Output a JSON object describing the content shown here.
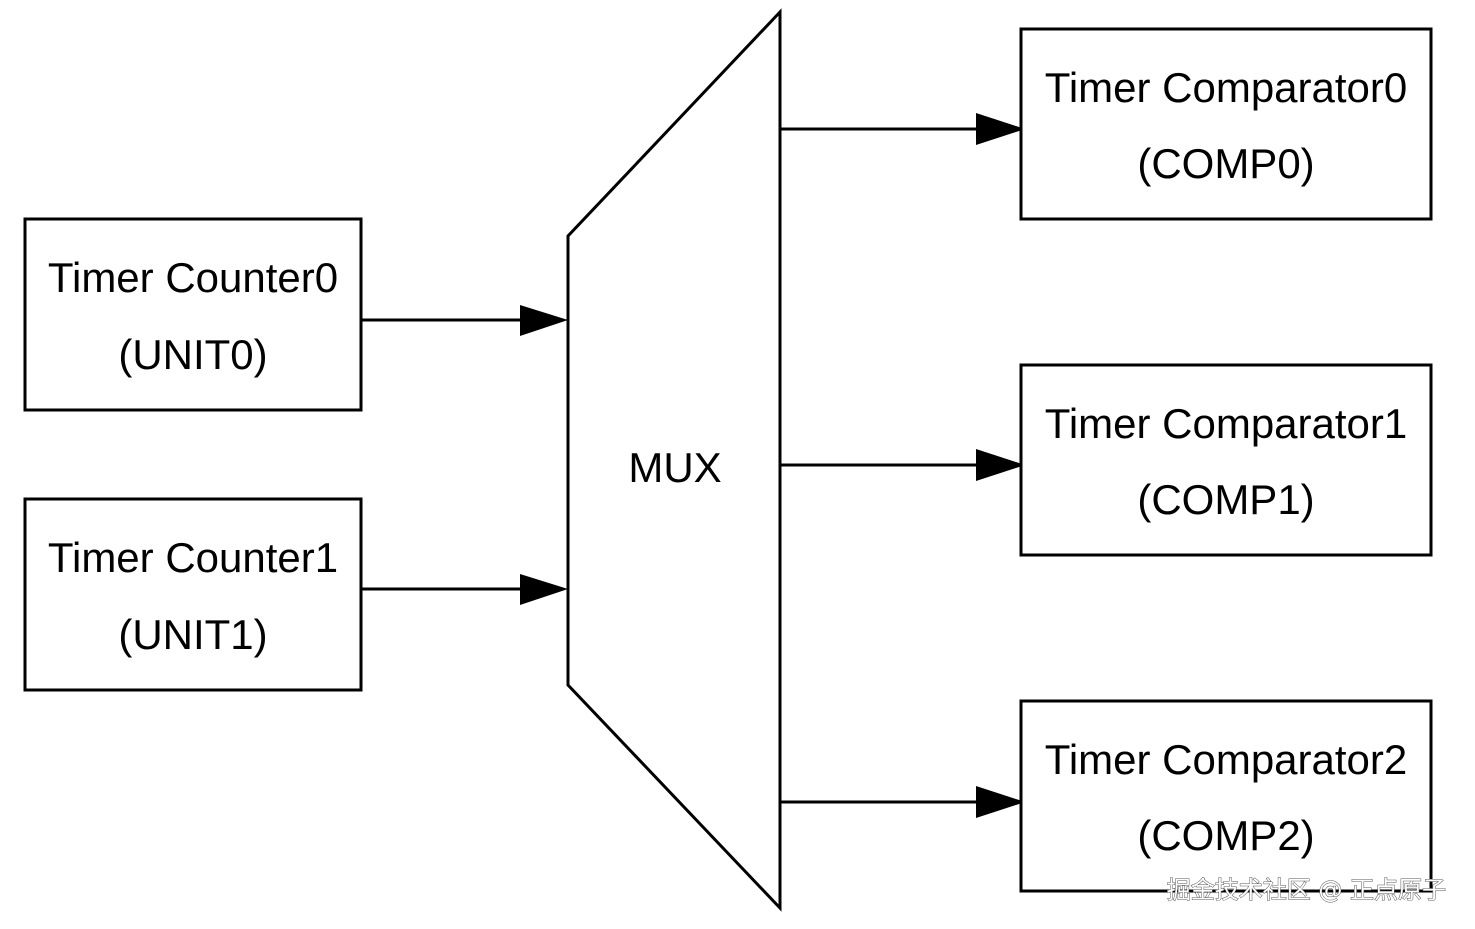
{
  "inputs": [
    {
      "title": "Timer Counter0",
      "sub": "(UNIT0)"
    },
    {
      "title": "Timer Counter1",
      "sub": "(UNIT1)"
    }
  ],
  "mux": {
    "label": "MUX"
  },
  "outputs": [
    {
      "title": "Timer Comparator0",
      "sub": "(COMP0)"
    },
    {
      "title": "Timer Comparator1",
      "sub": "(COMP1)"
    },
    {
      "title": "Timer Comparator2",
      "sub": "(COMP2)"
    }
  ],
  "watermark": "掘金技术社区 @ 正点原子"
}
